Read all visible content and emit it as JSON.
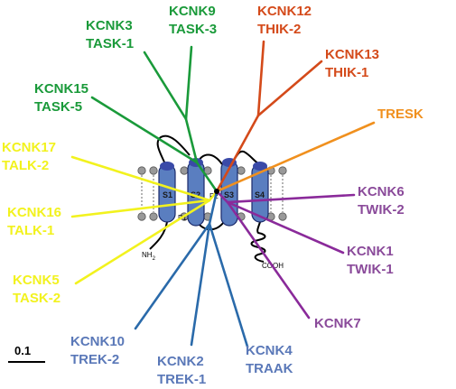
{
  "colors": {
    "green": "#1a9a3a",
    "red": "#d44a1a",
    "orange": "#f0901e",
    "yellow": "#f2f21e",
    "purple": "#8a2a9a",
    "blue": "#2a6aaa",
    "label_blue": "#5a78b8",
    "label_purple": "#8a4a9a",
    "helix": "#5a7ec0",
    "helix_top": "#3a4aa8",
    "bead": "#999999"
  },
  "labels": {
    "kcnk3": "KCNK3",
    "task1": "TASK-1",
    "kcnk9": "KCNK9",
    "task3": "TASK-3",
    "kcnk12": "KCNK12",
    "thik2": "THIK-2",
    "kcnk13": "KCNK13",
    "thik1": "THIK-1",
    "tresk": "TRESK",
    "kcnk15": "KCNK15",
    "task5": "TASK-5",
    "kcnk17": "KCNK17",
    "talk2": "TALK-2",
    "kcnk16": "KCNK16",
    "talk1": "TALK-1",
    "kcnk5": "KCNK5",
    "task2": "TASK-2",
    "kcnk6": "KCNK6",
    "twik2": "TWIK-2",
    "kcnk1": "KCNK1",
    "twik1": "TWIK-1",
    "kcnk7": "KCNK7",
    "kcnk10": "KCNK10",
    "trek2": "TREK-2",
    "kcnk2": "KCNK2",
    "trek1": "TREK-1",
    "kcnk4": "KCNK4",
    "traak": "TRAAK"
  },
  "segments": {
    "s1": "S1",
    "s2": "S2",
    "s3": "S3",
    "s4": "S4",
    "p1": "P1",
    "p2": "P2"
  },
  "termini": {
    "n": "NH",
    "n_sub": "2",
    "c": "COOH"
  },
  "scale_bar": {
    "label": "0.1"
  }
}
